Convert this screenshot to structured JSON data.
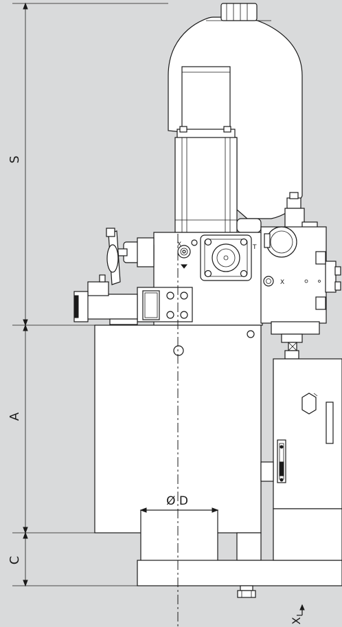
{
  "dimensions": {
    "S": "S",
    "A": "A",
    "C": "C",
    "diameter": "Ø D",
    "x_marker": "X"
  },
  "port_labels": {
    "t_port": "T",
    "x_port_1": "X",
    "x_port_2": "X"
  },
  "colors": {
    "background": "#d9dadb",
    "line": "#1a1a1a",
    "component_fill": "#ffffff"
  }
}
